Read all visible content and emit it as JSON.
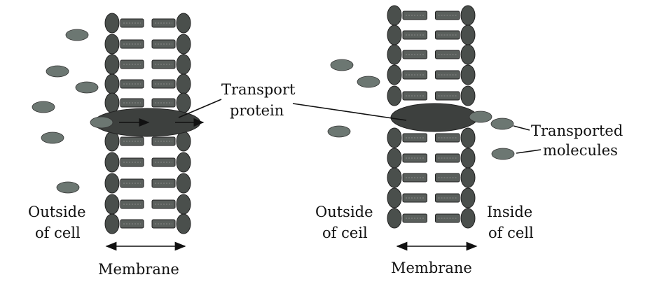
{
  "title_labels": {
    "transport_protein_line1": "Transport",
    "transport_protein_line2": "protein",
    "transported_molecules_line1": "Transported",
    "transported_molecules_line2": "molecules"
  },
  "left_panel": {
    "outside_line1": "Outside",
    "outside_line2": "of cell",
    "membrane": "Membrane"
  },
  "right_panel": {
    "outside_line1": "Outside",
    "outside_line2": "of ceil",
    "inside_line1": "Inside",
    "inside_line2": "of cell",
    "membrane": "Membrane"
  },
  "colors": {
    "lipid_head": "#4a4f4c",
    "protein": "#3d403e",
    "molecule": "#6c7772"
  }
}
